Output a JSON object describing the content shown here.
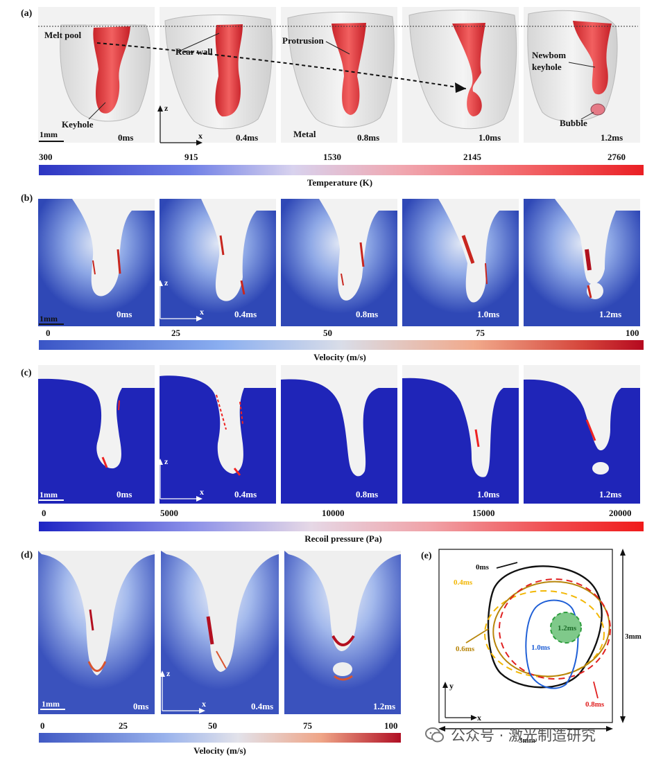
{
  "panels": {
    "a": {
      "label": "(a)",
      "times": [
        "0ms",
        "0.4ms",
        "0.8ms",
        "1.0ms",
        "1.2ms"
      ],
      "annotations": {
        "melt_pool": "Melt pool",
        "rear_wall": "Rear wall",
        "protrusion": "Protrusion",
        "newborn_line1": "Newbom",
        "newborn_line2": "keyhole",
        "keyhole": "Keyhole",
        "bubble": "Bubble",
        "metal": "Metal"
      },
      "scale_bar": "1mm",
      "axis_z": "z",
      "axis_x": "x",
      "colorbar": {
        "ticks": [
          "300",
          "915",
          "1530",
          "2145",
          "2760"
        ],
        "title": "Temperature (K)"
      }
    },
    "b": {
      "label": "(b)",
      "times": [
        "0ms",
        "0.4ms",
        "0.8ms",
        "1.0ms",
        "1.2ms"
      ],
      "scale_bar": "1mm",
      "axis_z": "z",
      "axis_x": "x",
      "colorbar": {
        "ticks": [
          "0",
          "25",
          "50",
          "75",
          "100"
        ],
        "title": "Velocity (m/s)"
      }
    },
    "c": {
      "label": "(c)",
      "times": [
        "0ms",
        "0.4ms",
        "0.8ms",
        "1.0ms",
        "1.2ms"
      ],
      "scale_bar": "1mm",
      "axis_z": "z",
      "axis_x": "x",
      "colorbar": {
        "ticks": [
          "0",
          "5000",
          "10000",
          "15000",
          "20000"
        ],
        "title": "Recoil pressure (Pa)"
      }
    },
    "d": {
      "label": "(d)",
      "times": [
        "0ms",
        "0.4ms",
        "1.2ms"
      ],
      "scale_bar": "1mm",
      "axis_z": "z",
      "axis_x": "x",
      "colorbar": {
        "ticks": [
          "0",
          "25",
          "50",
          "75",
          "100"
        ],
        "title": "Velocity (m/s)"
      }
    },
    "e": {
      "label": "(e)",
      "contours": [
        {
          "label": "0ms",
          "color": "#111111"
        },
        {
          "label": "0.4ms",
          "color": "#f2b705"
        },
        {
          "label": "0.6ms",
          "color": "#b8860b"
        },
        {
          "label": "0.8ms",
          "color": "#e02020"
        },
        {
          "label": "1.0ms",
          "color": "#1f5fd6"
        },
        {
          "label": "1.2ms",
          "color": "#2e9e3e"
        }
      ],
      "dim_v": "3mm",
      "dim_h": "3mm",
      "axis_y": "y",
      "axis_x": "x"
    }
  },
  "watermark": "公众号 · 激光制造研究",
  "colors": {
    "metal_blue": "#2b3fae",
    "keyhole_red": "#e03030",
    "bg_grey": "#f0f0f0"
  }
}
